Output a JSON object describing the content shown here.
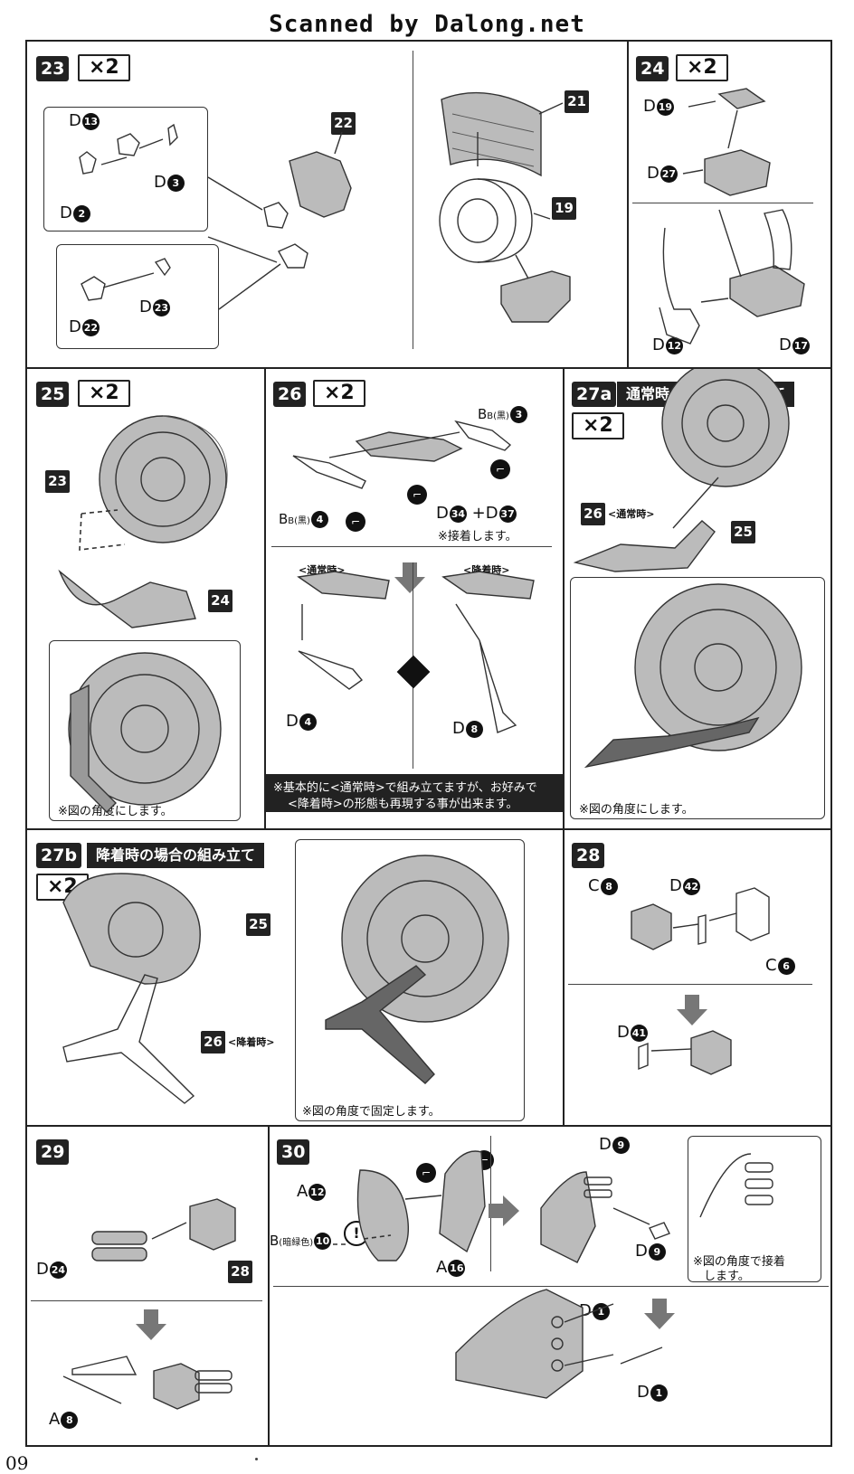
{
  "header": {
    "title": "Scanned by Dalong.net"
  },
  "page_number": "09",
  "steps": {
    "s23": {
      "num": "23",
      "mult": "×2",
      "parts": {
        "d13": "13",
        "d2": "2",
        "d3": "3",
        "d22": "22",
        "d23": "23"
      },
      "labels": {
        "l22": "22",
        "l21": "21",
        "l19": "19"
      }
    },
    "s24": {
      "num": "24",
      "mult": "×2",
      "parts": {
        "d19": "19",
        "d27": "27",
        "d12": "12",
        "d17": "17"
      }
    },
    "s25": {
      "num": "25",
      "mult": "×2",
      "labels": {
        "l23": "23",
        "l24": "24"
      },
      "note": "※図の角度にします。"
    },
    "s26": {
      "num": "26",
      "mult": "×2",
      "b_black": "B(黒)",
      "parts": {
        "b3": "3",
        "b4": "4",
        "d34": "34",
        "d37": "37",
        "d4": "4",
        "d8": "8"
      },
      "glue_note": "※接着します。",
      "normal": "<通常時>",
      "landing": "<降着時>",
      "note_line1": "※基本的に<通常時>で組み立てますが、お好みで",
      "note_line2": "<降着時>の形態も再現する事が出来ます。"
    },
    "s27a": {
      "num": "27a",
      "banner": "通常時の場合の組み立て",
      "mult": "×2",
      "labels": {
        "l26": "26",
        "l25": "25"
      },
      "tag26": "<通常時>",
      "note": "※図の角度にします。"
    },
    "s27b": {
      "num": "27b",
      "banner": "降着時の場合の組み立て",
      "mult": "×2",
      "labels": {
        "l25": "25",
        "l26": "26"
      },
      "tag26": "<降着時>",
      "note": "※図の角度で固定します。"
    },
    "s28": {
      "num": "28",
      "parts": {
        "c8": "8",
        "d42": "42",
        "c6": "6",
        "d41": "41"
      }
    },
    "s29": {
      "num": "29",
      "parts": {
        "d24": "24",
        "a8": "8"
      },
      "labels": {
        "l28": "28"
      }
    },
    "s30": {
      "num": "30",
      "parts": {
        "a12": "12",
        "a16": "16",
        "b10": "10",
        "d9a": "9",
        "d9b": "9",
        "d1a": "1",
        "d1b": "1"
      },
      "b_dark_green": "(暗緑色)",
      "note_line1": "※図の角度で接着",
      "note_line2": "します。"
    }
  },
  "letters": {
    "A": "A",
    "B": "B",
    "C": "C",
    "D": "D"
  },
  "plus": "+",
  "icons": [
    "glue-icon",
    "caution-icon",
    "swap-icon",
    "arrow-down-icon",
    "arrow-right-icon"
  ]
}
